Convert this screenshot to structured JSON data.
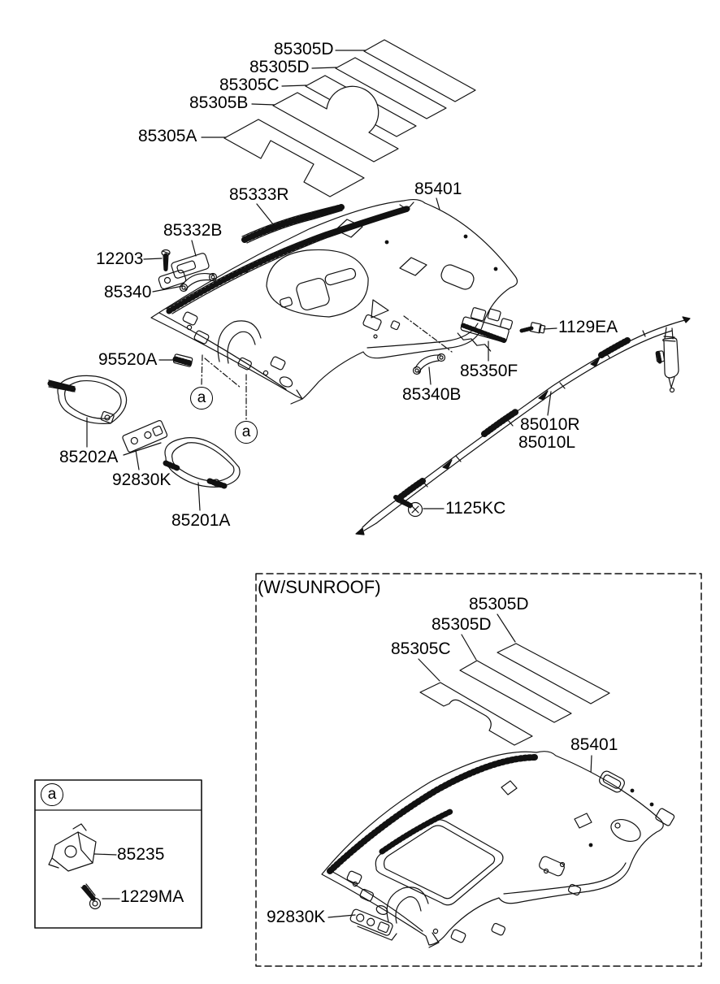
{
  "page": {
    "background": "#ffffff",
    "line_color": "#111111"
  },
  "main_diagram": {
    "callout_letter": "a",
    "labels": [
      {
        "part": "85305D"
      },
      {
        "part": "85305D"
      },
      {
        "part": "85305C"
      },
      {
        "part": "85305B"
      },
      {
        "part": "85305A"
      },
      {
        "part": "85401"
      },
      {
        "part": "85333R"
      },
      {
        "part": "85332B"
      },
      {
        "part": "12203"
      },
      {
        "part": "85340"
      },
      {
        "part": "95520A"
      },
      {
        "part": "1129EA"
      },
      {
        "part": "85350F"
      },
      {
        "part": "85340B"
      },
      {
        "part": "85010R"
      },
      {
        "part": "85010L"
      },
      {
        "part": "85202A"
      },
      {
        "part": "92830K"
      },
      {
        "part": "85201A"
      },
      {
        "part": "1125KC"
      }
    ]
  },
  "sunroof_box": {
    "caption": "(W/SUNROOF)",
    "labels": [
      {
        "part": "85305D"
      },
      {
        "part": "85305D"
      },
      {
        "part": "85305C"
      },
      {
        "part": "85401"
      },
      {
        "part": "92830K"
      }
    ]
  },
  "detail_box": {
    "callout_letter": "a",
    "labels": [
      {
        "part": "85235"
      },
      {
        "part": "1229MA"
      }
    ]
  }
}
